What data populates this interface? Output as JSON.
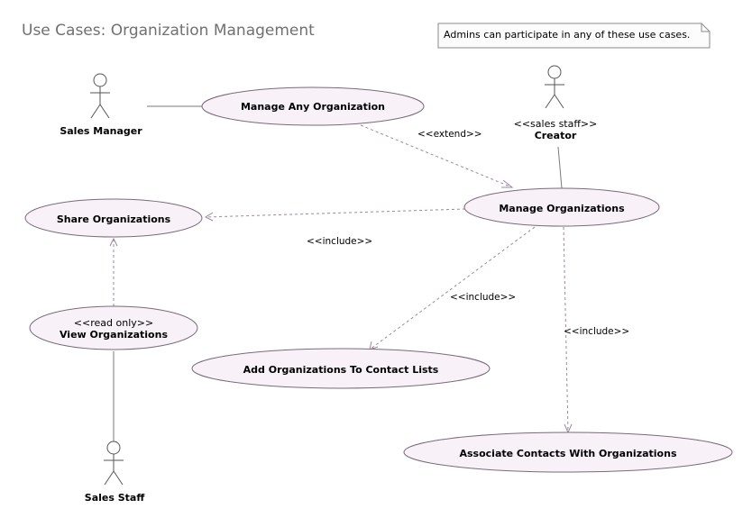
{
  "diagram": {
    "title": "Use Cases: Organization Management",
    "note": "Admins can participate in any of these use cases.",
    "actors": {
      "sales_manager": {
        "name": "Sales Manager"
      },
      "creator": {
        "stereotype": "<<sales staff>>",
        "name": "Creator"
      },
      "sales_staff": {
        "name": "Sales Staff"
      }
    },
    "use_cases": {
      "manage_any": {
        "name": "Manage Any Organization"
      },
      "manage": {
        "name": "Manage Organizations"
      },
      "share": {
        "name": "Share Organizations"
      },
      "view": {
        "stereotype": "<<read only>>",
        "name": "View Organizations"
      },
      "add_to_lists": {
        "name": "Add Organizations To Contact Lists"
      },
      "associate": {
        "name": "Associate Contacts With Organizations"
      }
    },
    "relationships": {
      "extend_label": "<<extend>>",
      "include_share_label": "<<include>>",
      "include_add_label": "<<include>>",
      "include_associate_label": "<<include>>"
    }
  }
}
